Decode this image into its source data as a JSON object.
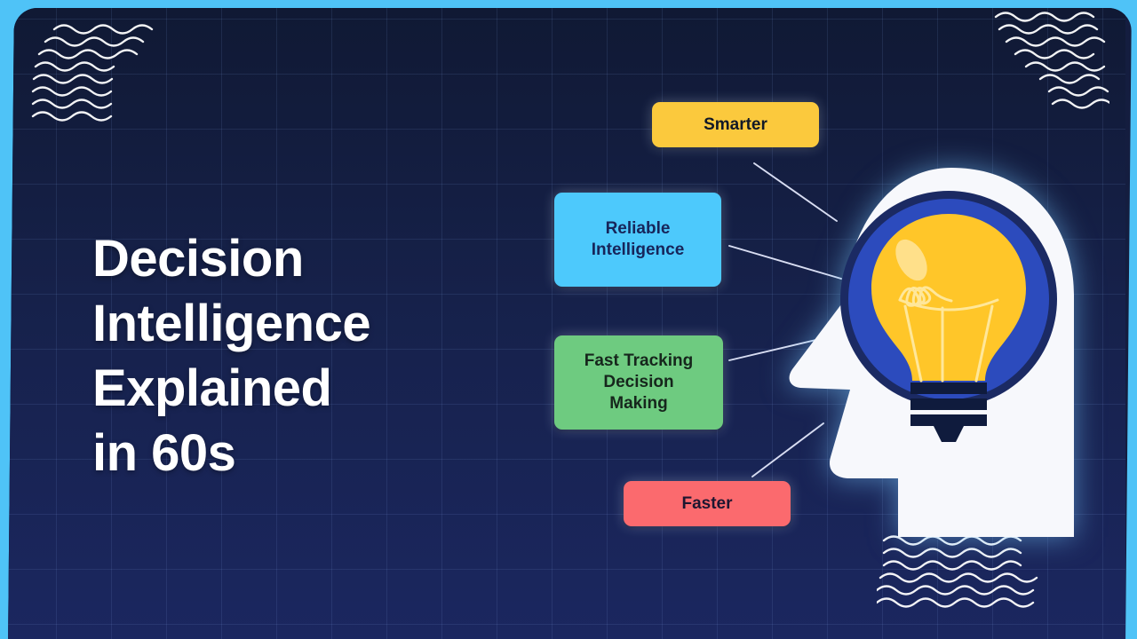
{
  "slide": {
    "background_color": "#141d3f",
    "frame_color": "#4FC3F7",
    "grid_color": "#7da0e1",
    "title_lines": [
      "Decision",
      "Intelligence",
      "Explained",
      "in 60s"
    ],
    "title_text": "Decision Intelligence Explained in 60s",
    "title_color": "#ffffff"
  },
  "labels": [
    {
      "text": "Smarter",
      "color": "#FBC93D",
      "text_color": "#111827"
    },
    {
      "text": "Reliable\nIntelligence",
      "line1": "Reliable",
      "line2": "Intelligence",
      "color": "#4DC9FC",
      "text_color": "#17255a"
    },
    {
      "text": "Fast Tracking Decision Making",
      "line1": "Fast Tracking",
      "line2": "Decision",
      "line3": "Making",
      "color": "#6ECB80",
      "text_color": "#16261c"
    },
    {
      "text": "Faster",
      "color": "#FB6A6E",
      "text_color": "#1e1630"
    }
  ],
  "illustration": {
    "name": "head-with-lightbulb",
    "head_color": "#f7f8fc",
    "circle_color": "#2c4bbd",
    "circle_border_color": "#1b2a63",
    "bulb_color": "#FFC629",
    "bulb_highlight_color": "#FFE08A",
    "bulb_base_color": "#0f1b3d"
  },
  "decorations": {
    "wave_color": "#ffffff",
    "corners": [
      "top-left",
      "top-right",
      "bottom-right"
    ]
  }
}
